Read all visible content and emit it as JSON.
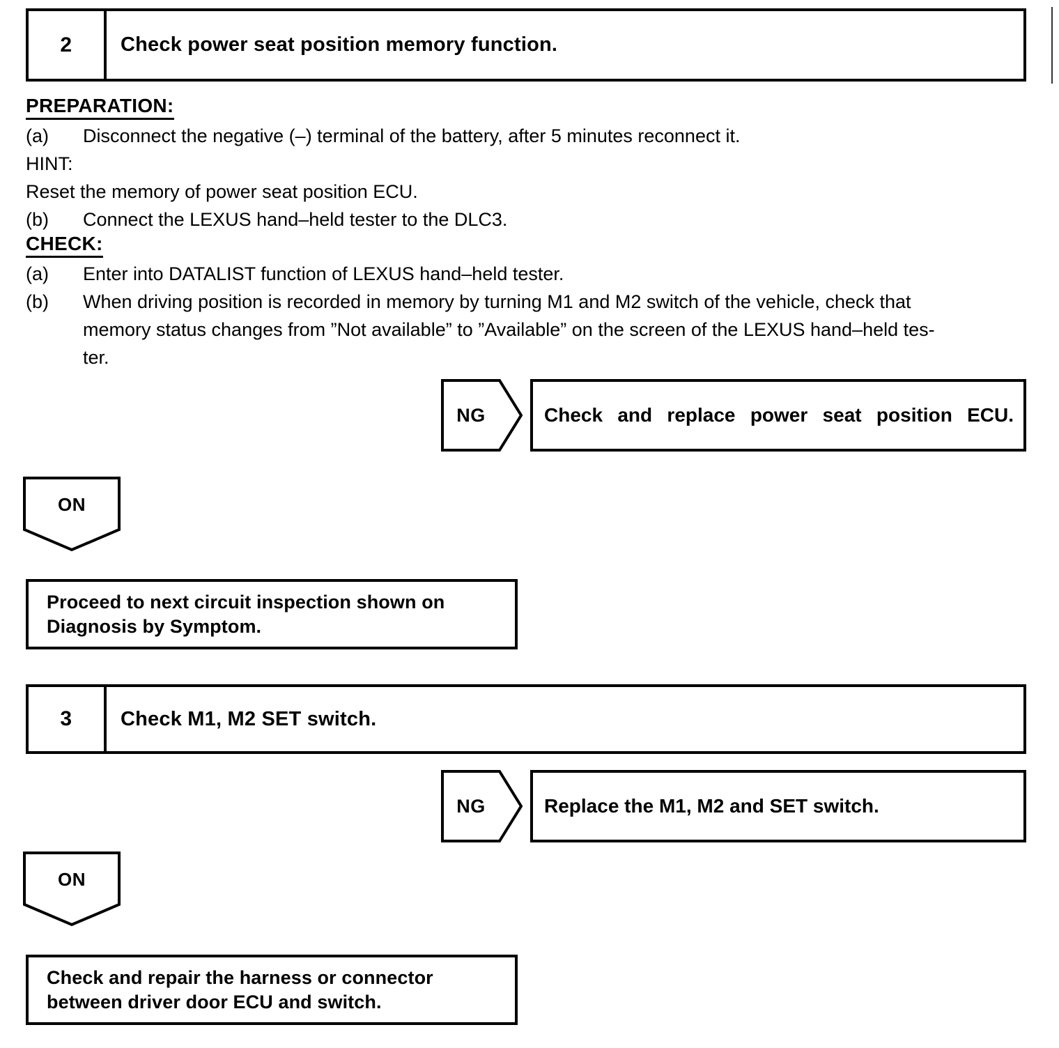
{
  "steps": [
    {
      "number": "2",
      "title": "Check power seat position memory function."
    },
    {
      "number": "3",
      "title": "Check M1, M2 SET switch."
    }
  ],
  "preparation": {
    "heading": "PREPARATION:",
    "items": [
      {
        "label": "(a)",
        "text": "Disconnect the negative (–) terminal of the battery, after 5 minutes reconnect it."
      }
    ],
    "hint_label": "HINT:",
    "hint_text": "Reset the memory of power seat position ECU.",
    "items2": [
      {
        "label": "(b)",
        "text": "Connect the LEXUS hand–held tester to the DLC3."
      }
    ]
  },
  "check": {
    "heading": "CHECK:",
    "items": [
      {
        "label": "(a)",
        "text": "Enter into DATALIST function of LEXUS hand–held tester."
      },
      {
        "label": "(b)",
        "line1": "When driving position is recorded in memory by turning M1 and M2 switch of the vehicle, check that",
        "line2": "memory status changes from ”Not available” to ”Available” on the screen of the LEXUS hand–held tes-",
        "line3": "ter."
      }
    ]
  },
  "branches": {
    "ng_label_1": "NG",
    "ng_result_1": "Check and replace power seat position ECU.",
    "on_label_1": "ON",
    "on_result_1_line1": "Proceed to next circuit inspection shown on",
    "on_result_1_line2": "Diagnosis by Symptom.",
    "ng_label_2": "NG",
    "ng_result_2": "Replace the M1, M2 and SET switch.",
    "on_label_2": "ON",
    "on_result_2_line1": "Check and repair the harness or connector",
    "on_result_2_line2": "between driver door ECU and switch."
  },
  "colors": {
    "ink": "#000000",
    "paper": "#ffffff"
  }
}
